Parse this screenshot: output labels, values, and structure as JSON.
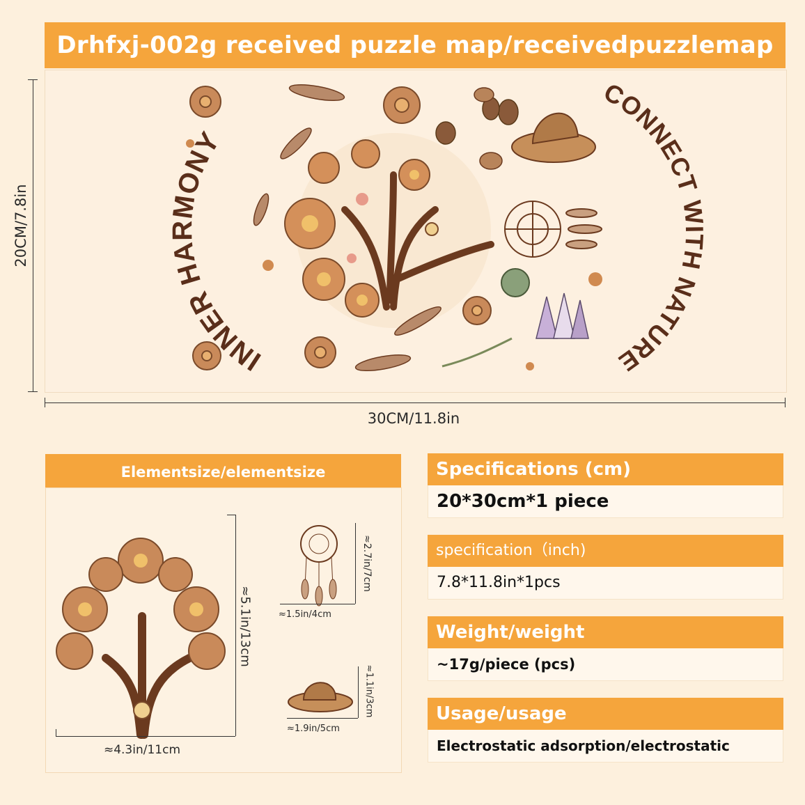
{
  "title": "Drhfxj-002g received puzzle map/receivedpuzzlemap",
  "main_image": {
    "height_label": "20CM/7.8in",
    "width_label": "30CM/11.8in",
    "left_text": "INNER HARMONY",
    "right_text": "CONNECT WITH NATURE"
  },
  "element_panel": {
    "header": "Elementsize/elementsize",
    "tree": {
      "height_label": "≈5.1in/13cm",
      "width_label": "≈4.3in/11cm"
    },
    "dreamcatcher": {
      "height_label": "≈2.7in/7cm",
      "width_label": "≈1.5in/4cm"
    },
    "hat": {
      "height_label": "≈1.1in/3cm",
      "width_label": "≈1.9in/5cm"
    }
  },
  "specs": [
    {
      "label": "Specifications (cm)",
      "value": "20*30cm*1 piece"
    },
    {
      "label": "specification（inch)",
      "value": "7.8*11.8in*1pcs"
    },
    {
      "label": "Weight/weight",
      "value": "~17g/piece (pcs)"
    },
    {
      "label": "Usage/usage",
      "value": "Electrostatic adsorption/electrostatic"
    }
  ],
  "colors": {
    "accent": "#f5a53c",
    "background": "#fdf0dd",
    "ink_brown": "#5a2e1a"
  }
}
